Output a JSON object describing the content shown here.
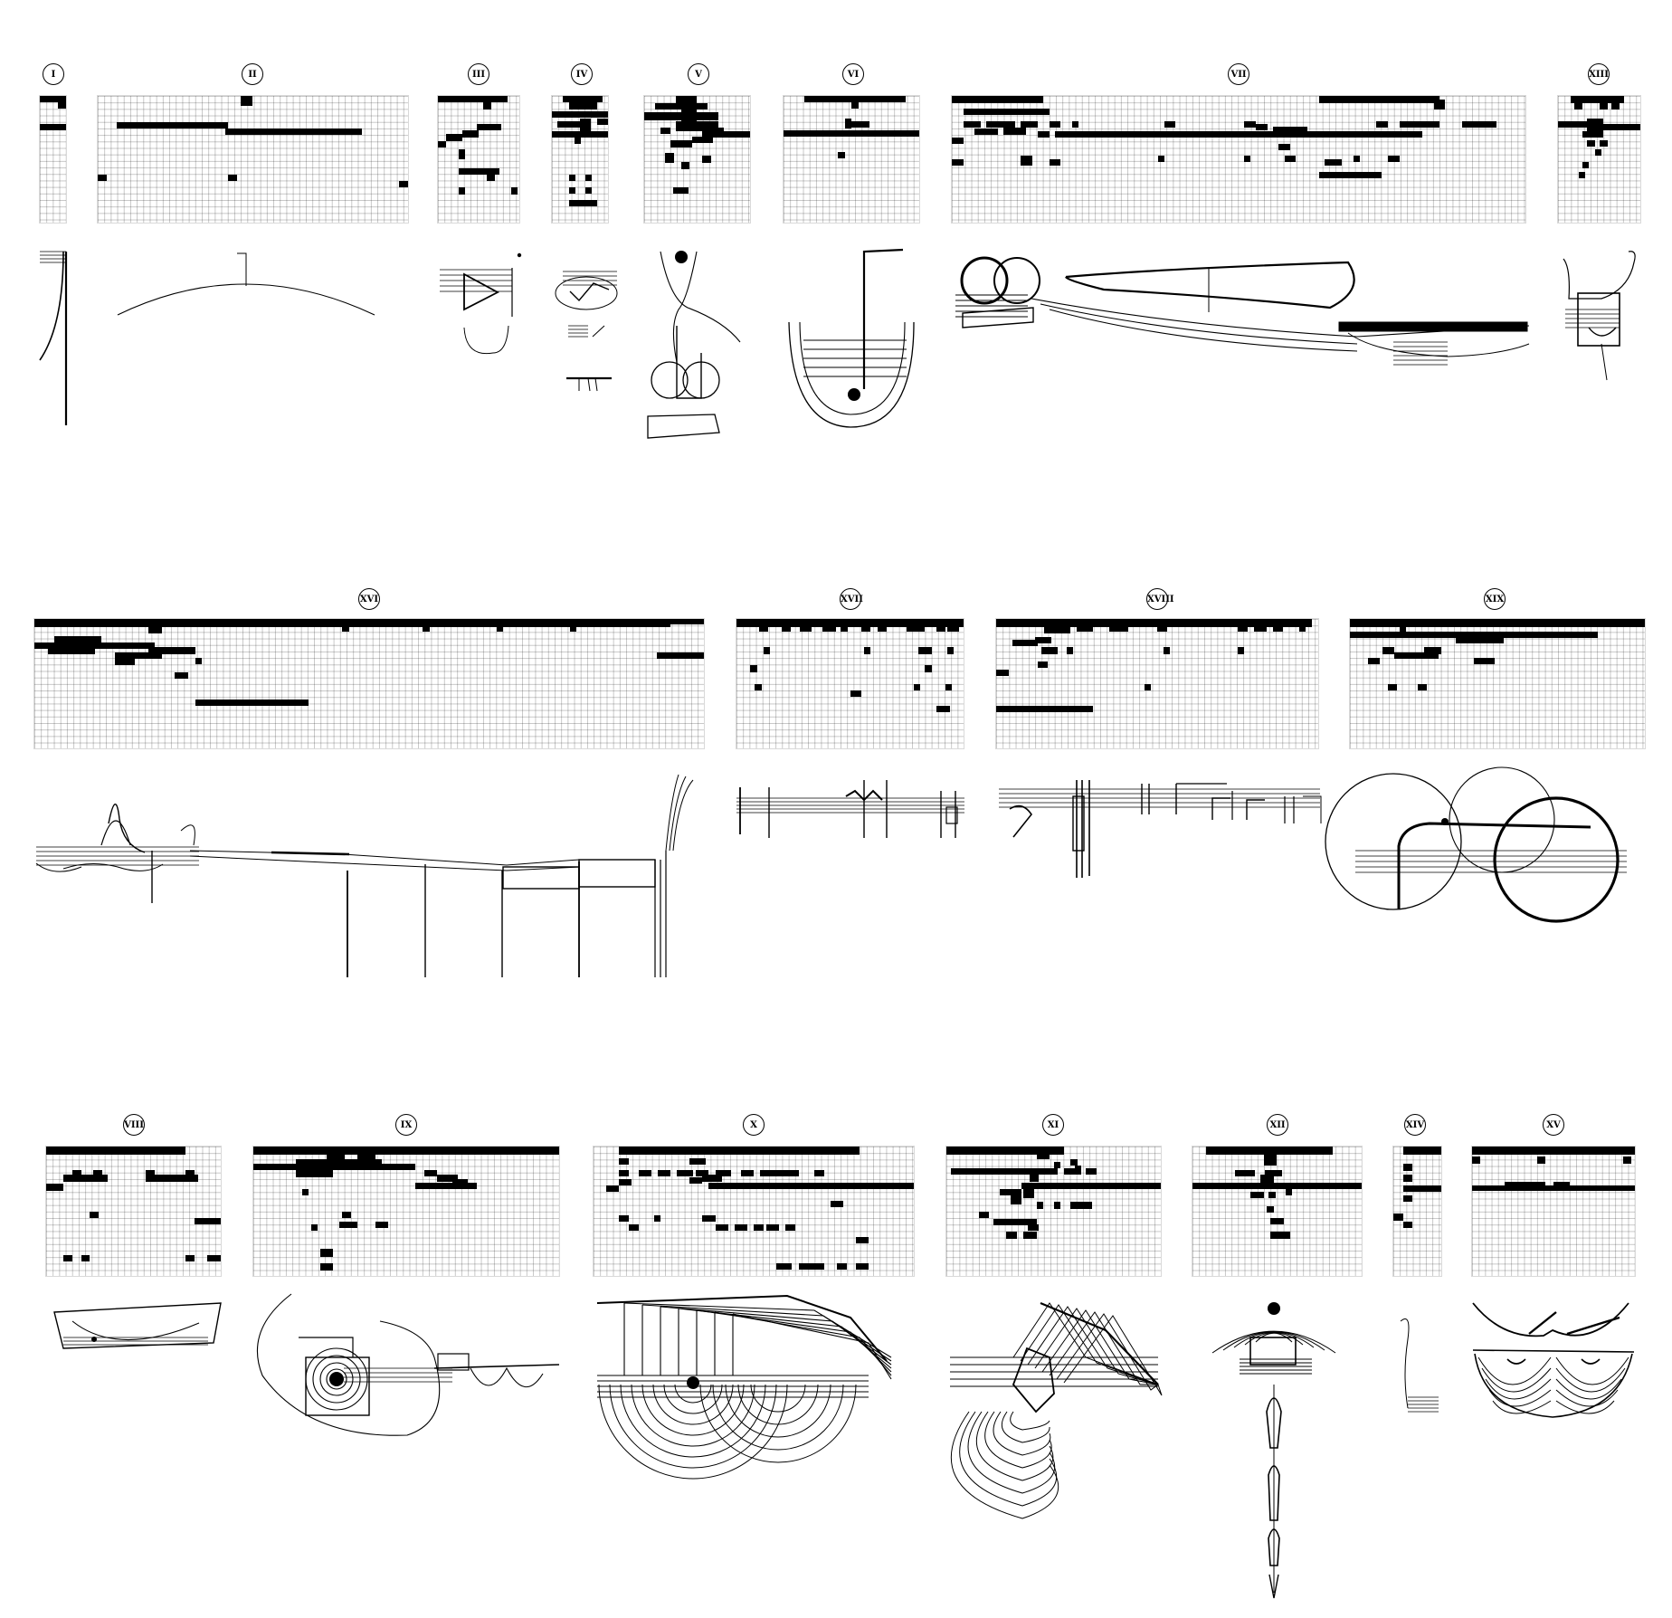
{
  "sections": [
    {
      "id": "I",
      "label": "I"
    },
    {
      "id": "II",
      "label": "II"
    },
    {
      "id": "III",
      "label": "III"
    },
    {
      "id": "IV",
      "label": "IV"
    },
    {
      "id": "V",
      "label": "V"
    },
    {
      "id": "VI",
      "label": "VI"
    },
    {
      "id": "VII",
      "label": "VII"
    },
    {
      "id": "XIII",
      "label": "XIII"
    },
    {
      "id": "XVI",
      "label": "XVI"
    },
    {
      "id": "XVII",
      "label": "XVII"
    },
    {
      "id": "XVIII",
      "label": "XVIII"
    },
    {
      "id": "XIX",
      "label": "XIX"
    },
    {
      "id": "VIII",
      "label": "VIII"
    },
    {
      "id": "IX",
      "label": "IX"
    },
    {
      "id": "X",
      "label": "X"
    },
    {
      "id": "XI",
      "label": "XI"
    },
    {
      "id": "XII",
      "label": "XII"
    },
    {
      "id": "XIV",
      "label": "XIV"
    },
    {
      "id": "XV",
      "label": "XV"
    }
  ],
  "annotations": {
    "II_left": "1",
    "II_top": "1",
    "II_right": "2",
    "III_bottom": "1",
    "IV_top": "1",
    "IV_mid": "1",
    "IV_low": "1"
  },
  "glyphs": {
    "bass_clef": "𝄢",
    "treble_clef": "𝄞",
    "flat": "♭",
    "sharp": "♯"
  },
  "colors": {
    "ink": "#000000",
    "grid": "#bfbfbf",
    "paper": "#ffffff"
  }
}
